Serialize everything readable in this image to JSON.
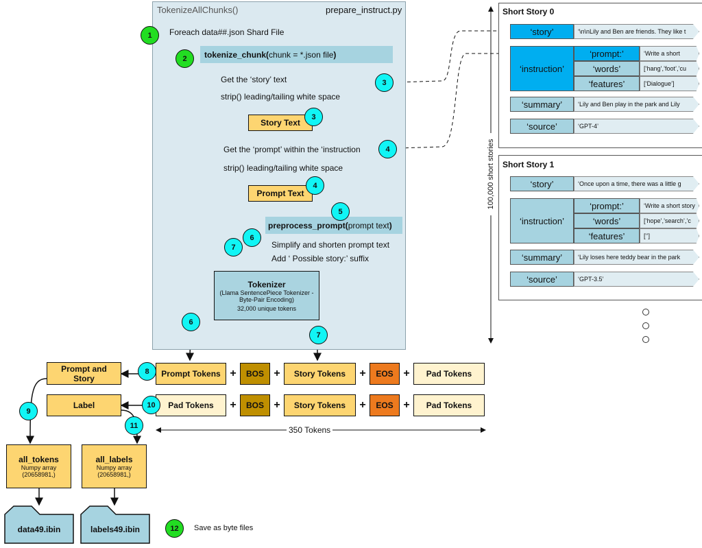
{
  "panel": {
    "func_title": "TokenizeAllChunks()",
    "file_name": "prepare_instruct.py",
    "foreach": "Foreach data##.json Shard File",
    "tokenize_call_bold": "tokenize_chunk(",
    "tokenize_call_args": "chunk = *.json file",
    "tokenize_call_close": ")",
    "get_story": "Get the ‘story’ text",
    "strip1": "strip() leading/tailing white space",
    "story_text": "Story Text",
    "get_prompt": "Get the ‘prompt’ within the ‘instruction",
    "strip2": "strip() leading/tailing white space",
    "prompt_text": "Prompt Text",
    "preprocess_bold": "preprocess_prompt(",
    "preprocess_args": "prompt text",
    "preprocess_close": ")",
    "simplify": "Simplify and shorten prompt text",
    "suffix": "Add ‘ Possible story:’ suffix",
    "tokenizer_title": "Tokenizer",
    "tokenizer_line1": "(Llama SentencePiece Tokenizer -",
    "tokenizer_line2": "Byte-Pair Encoding)",
    "tokenizer_line3": "32,000 unique tokens"
  },
  "badges": [
    "1",
    "2",
    "3",
    "3",
    "4",
    "4",
    "5",
    "6",
    "7",
    "6",
    "7",
    "8",
    "9",
    "10",
    "11",
    "12"
  ],
  "rows": {
    "row1": [
      "Prompt Tokens",
      "BOS",
      "Story Tokens",
      "EOS",
      "Pad Tokens"
    ],
    "row2": [
      "Pad Tokens",
      "BOS",
      "Story Tokens",
      "EOS",
      "Pad Tokens"
    ],
    "plus": "+",
    "prompt_story_l1": "Prompt and",
    "prompt_story_l2": "Story",
    "label": "Label",
    "token_span": "350 Tokens"
  },
  "outputs": {
    "all_tokens": "all_tokens",
    "all_labels": "all_labels",
    "numpy": "Numpy array",
    "shape": "(20658981,)",
    "data_file": "data49.ibin",
    "labels_file": "labels49.ibin",
    "save_note": "Save as byte files"
  },
  "stories": [
    {
      "title": "Short Story 0",
      "story_key": "‘story’",
      "story_val": "‘\\n\\nLily and Ben are friends. They like t",
      "instruction_key": "‘instruction’",
      "prompt_key": "‘prompt:’",
      "prompt_val": "‘Write a short",
      "words_key": "‘words’",
      "words_val": "[‘hang’,’foot’,’cu",
      "features_key": "‘features’",
      "features_val": "[‘Dialogue’]",
      "summary_key": "‘summary’",
      "summary_val": "‘Lily and Ben play in the park and Lily",
      "source_key": "‘source’",
      "source_val": "‘GPT-4’"
    },
    {
      "title": "Short Story 1",
      "story_key": "‘story’",
      "story_val": "‘Once upon a time, there was a little g",
      "instruction_key": "‘instruction’",
      "prompt_key": "‘prompt:’",
      "prompt_val": "‘Write a short story",
      "words_key": "‘words’",
      "words_val": "[‘hope’,’search’,’c",
      "features_key": "‘features’",
      "features_val": "[‘’]",
      "summary_key": "‘summary’",
      "summary_val": "‘Lily loses here teddy bear in the park",
      "source_key": "‘source’",
      "source_val": "‘GPT-3.5’"
    }
  ],
  "count_label": "100,000 short stories",
  "colors": {
    "panel": "#dbe9f0",
    "light_blue": "#a6d3e0",
    "highlight": "#00aef0",
    "yellow": "#fdd571",
    "pale": "#fff3cf",
    "bos": "#bf8f00",
    "eos": "#ed7a1e",
    "badge_cyan": "#11f5f5",
    "badge_green": "#22dd22"
  }
}
